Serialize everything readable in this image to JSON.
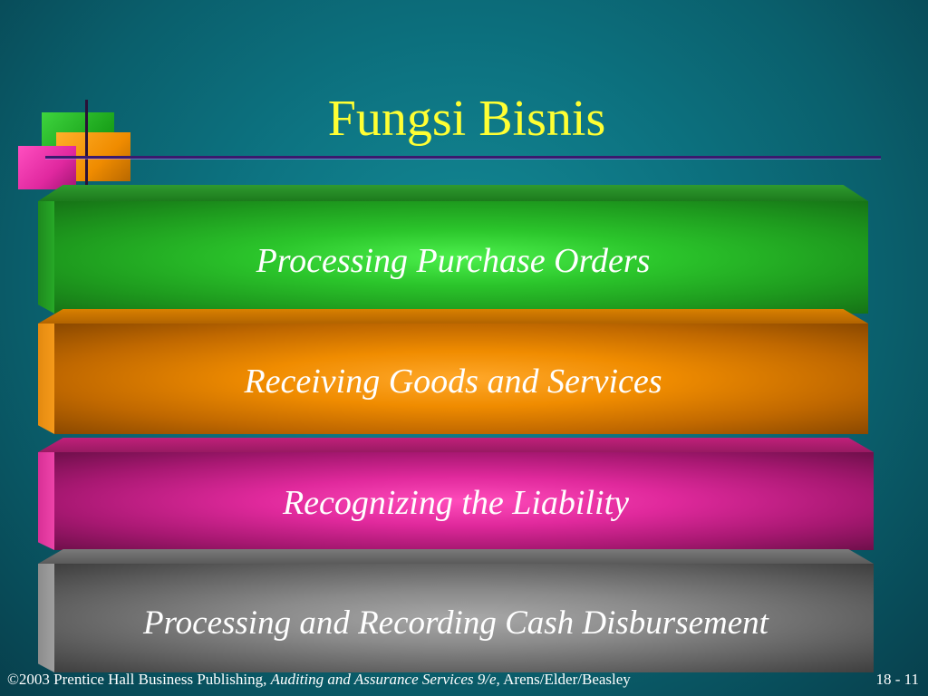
{
  "slide": {
    "title": "Fungsi Bisnis",
    "bars": [
      {
        "label": "Processing Purchase Orders",
        "color": "#2bc52b"
      },
      {
        "label": "Receiving Goods and Services",
        "color": "#f08c00"
      },
      {
        "label": "Recognizing the Liability",
        "color": "#e0299c"
      },
      {
        "label": "Processing and Recording Cash Disbursement",
        "color": "#8a8a8a"
      }
    ],
    "accent_colors": {
      "title": "#ffff33",
      "background": "#0d7482",
      "rule": "#3a1a6e"
    }
  },
  "footer": {
    "copyright": "©2003 Prentice Hall Business Publishing, ",
    "book_title": "Auditing and Assurance Services 9/e,",
    "authors": " Arens/Elder/Beasley",
    "page": "18 - 11"
  }
}
